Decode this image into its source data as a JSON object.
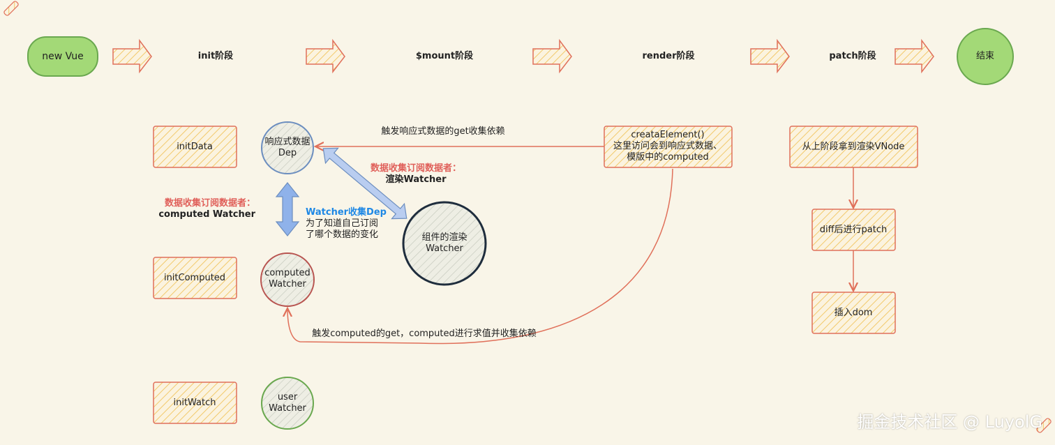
{
  "timeline": {
    "start": "new Vue",
    "init": "init阶段",
    "mount": "$mount阶段",
    "render": "render阶段",
    "patch": "patch阶段",
    "end": "结束"
  },
  "init_boxes": {
    "init_data": "initData",
    "init_computed": "initComputed",
    "init_watch": "initWatch"
  },
  "nodes": {
    "dep_line1": "响应式数据",
    "dep_line2": "Dep",
    "computed_watcher_line1": "computed",
    "computed_watcher_line2": "Watcher",
    "user_watcher_line1": "user",
    "user_watcher_line2": "Watcher",
    "render_watcher_line1": "组件的渲染",
    "render_watcher_line2": "Watcher",
    "create_element_line1": "creataElement()",
    "create_element_line2": "这里访问会到响应式数据、",
    "create_element_line3": "模版中的computed",
    "vnode": "从上阶段拿到渲染VNode",
    "diff": "diff后进行patch",
    "insert_dom": "插入dom"
  },
  "labels": {
    "trigger_get": "触发响应式数据的get收集依赖",
    "subscriber_render_title": "数据收集订阅数据者：",
    "subscriber_render_value": "渲染Watcher",
    "subscriber_computed_title": "数据收集订阅数据者：",
    "subscriber_computed_value": "computed Watcher",
    "watcher_collect_title": "Watcher收集Dep",
    "watcher_collect_line1": "为了知道自己订阅",
    "watcher_collect_line2": "了哪个数据的变化",
    "trigger_computed_get": "触发computed的get，computed进行求值并收集依赖"
  },
  "watermark": "掘金技术社区 @ LuyolG",
  "colors": {
    "background": "#f9f5e8",
    "green_fill": "#a3d977",
    "green_stroke": "#6aa84f",
    "red_stroke": "#e0705a",
    "hatch": "#f2c96b",
    "blue_arrow": "#8fb2ea",
    "dark_stroke": "#1f2d3d"
  }
}
